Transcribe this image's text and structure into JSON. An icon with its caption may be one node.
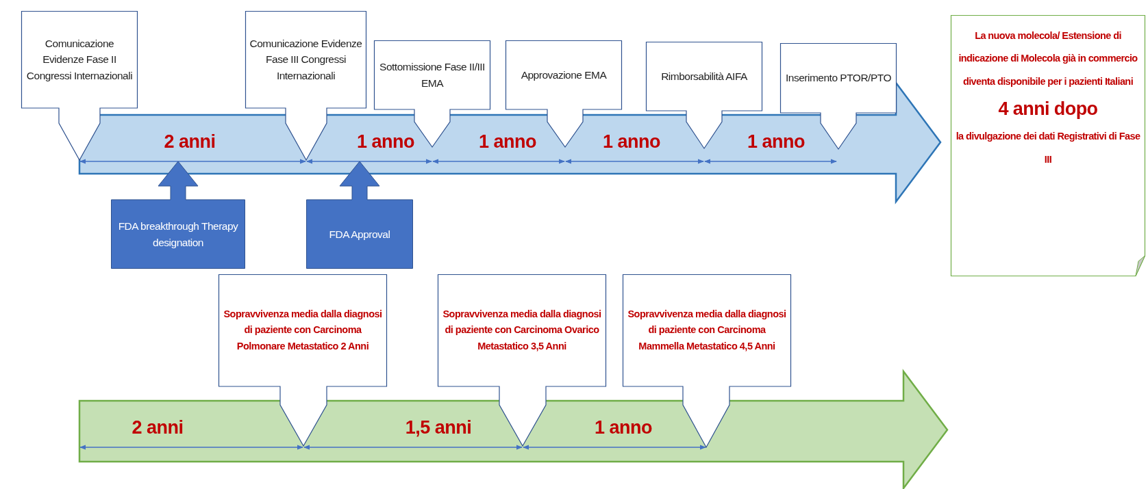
{
  "diagram": {
    "nodes": [
      {
        "text": [
          "Comunicazione Evidenze Fase II Congressi Internazionali"
        ]
      },
      {
        "text": [
          "Comunicazione Evidenze Fase III Congressi Internazionali"
        ]
      },
      {
        "text": [
          "Sottomissione Fase II/III EMA"
        ]
      },
      {
        "text": [
          "Approvazione EMA"
        ]
      },
      {
        "text": [
          "Rimborsabilità AIFA"
        ]
      },
      {
        "text": [
          "Inserimento PTOR/PTO"
        ]
      },
      {
        "text": [
          "2 anni",
          "1 anno",
          "1 anno",
          "1 anno",
          "1 anno"
        ]
      },
      {
        "text": [
          "La nuova molecola/ Estensione di indicazione di Molecola già in commercio diventa disponibile per i pazienti Italiani",
          "4 anni dopo",
          "la divulgazione dei dati Registrativi di Fase III"
        ]
      },
      {
        "text": [
          "FDA breakthrough Therapy designation"
        ]
      },
      {
        "text": [
          "FDA Approval"
        ]
      },
      {
        "text": [
          "Sopravvivenza media dalla diagnosi di paziente con Carcinoma Polmonare Metastatico 2 Anni"
        ]
      },
      {
        "text": [
          "Sopravvivenza media dalla diagnosi di paziente con Carcinoma Ovarico Metastatico 3,5 Anni"
        ]
      },
      {
        "text": [
          "Sopravvivenza media dalla diagnosi di paziente con Carcinoma Mammella Metastatico 4,5 Anni"
        ]
      },
      {
        "text": [
          "2 anni",
          "1,5 anni",
          "1 anno"
        ]
      }
    ]
  }
}
